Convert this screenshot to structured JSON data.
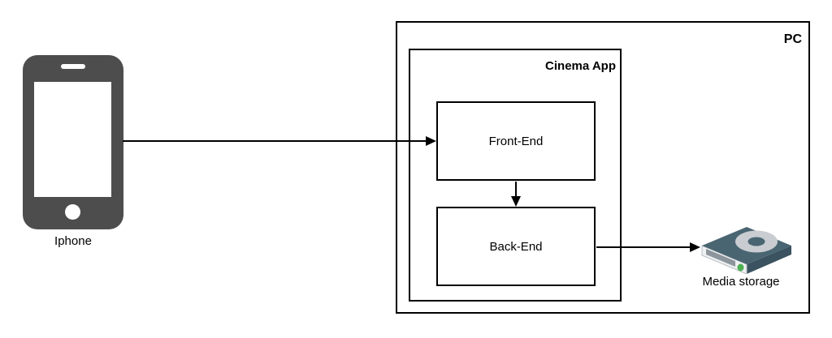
{
  "diagram": {
    "background": "#ffffff",
    "nodes": {
      "iphone": {
        "label": "Iphone",
        "type": "phone-icon"
      },
      "pc": {
        "label": "PC",
        "type": "container"
      },
      "cinema_app": {
        "label": "Cinema App",
        "type": "container"
      },
      "front_end": {
        "label": "Front-End",
        "type": "process-box"
      },
      "back_end": {
        "label": "Back-End",
        "type": "process-box"
      },
      "media_storage": {
        "label": "Media storage",
        "type": "storage-icon"
      }
    },
    "edges": [
      {
        "from": "Iphone",
        "to": "Front-End",
        "style": "solid-arrow"
      },
      {
        "from": "Front-End",
        "to": "Back-End",
        "style": "solid-arrow"
      },
      {
        "from": "Back-End",
        "to": "Media storage",
        "style": "solid-arrow"
      }
    ],
    "colors": {
      "line": "#000000",
      "box_fill": "#ffffff",
      "phone_body": "#4d4d4d",
      "drive_top": "#4a6572",
      "drive_side": "#3b5360",
      "drive_front": "#eef0f1",
      "drive_slot": "#8d959c",
      "drive_led": "#4caf50",
      "drive_ring": "#c9cdd1"
    }
  }
}
